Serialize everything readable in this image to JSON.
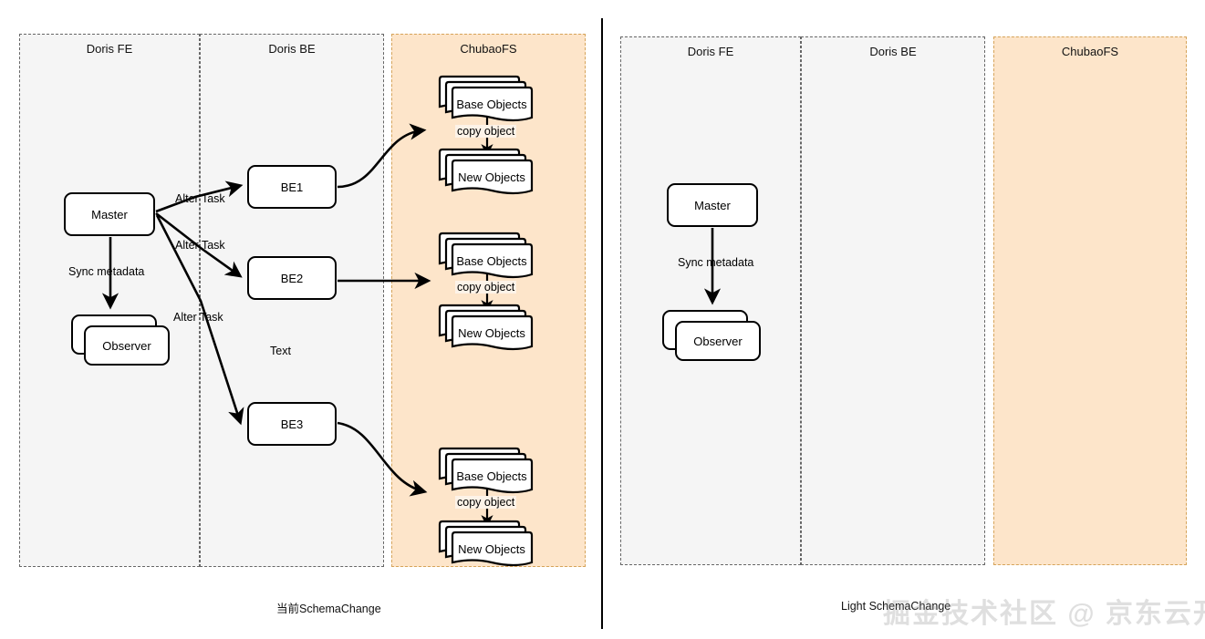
{
  "diagram": {
    "left_panel": {
      "caption": "当前SchemaChange",
      "lanes": [
        {
          "title": "Doris FE",
          "kind": "grey"
        },
        {
          "title": "Doris BE",
          "kind": "grey"
        },
        {
          "title": "ChubaoFS",
          "kind": "orange"
        }
      ],
      "nodes": [
        {
          "id": "master",
          "label": "Master",
          "shape": "rounded-rect"
        },
        {
          "id": "observer",
          "label": "Observer",
          "shape": "stacked-rounded-rect"
        },
        {
          "id": "be1",
          "label": "BE1",
          "shape": "rounded-rect"
        },
        {
          "id": "be2",
          "label": "BE2",
          "shape": "rounded-rect"
        },
        {
          "id": "be3",
          "label": "BE3",
          "shape": "rounded-rect"
        },
        {
          "id": "base1",
          "label": "Base Objects",
          "shape": "document-stack"
        },
        {
          "id": "new1",
          "label": "New Objects",
          "shape": "document-stack"
        },
        {
          "id": "base2",
          "label": "Base Objects",
          "shape": "document-stack"
        },
        {
          "id": "new2",
          "label": "New Objects",
          "shape": "document-stack"
        },
        {
          "id": "base3",
          "label": "Base Objects",
          "shape": "document-stack"
        },
        {
          "id": "new3",
          "label": "New Objects",
          "shape": "document-stack"
        }
      ],
      "edge_labels": {
        "alter_task_1": "Alter Task",
        "alter_task_2": "Alter Task",
        "alter_task_3": "Alter Task",
        "sync_metadata": "Sync metadata",
        "copy_object_1": "copy object",
        "copy_object_2": "copy object",
        "copy_object_3": "copy object"
      },
      "free_text": "Text"
    },
    "right_panel": {
      "caption": "Light SchemaChange",
      "lanes": [
        {
          "title": "Doris FE",
          "kind": "grey"
        },
        {
          "title": "Doris BE",
          "kind": "grey"
        },
        {
          "title": "ChubaoFS",
          "kind": "orange"
        }
      ],
      "nodes": [
        {
          "id": "master_r",
          "label": "Master",
          "shape": "rounded-rect"
        },
        {
          "id": "observer_r",
          "label": "Observer",
          "shape": "stacked-rounded-rect"
        }
      ],
      "edge_labels": {
        "sync_metadata": "Sync metadata"
      }
    }
  },
  "watermark": "掘金技术社区 @ 京东云开发者",
  "colors": {
    "lane_grey_fill": "#f5f5f5",
    "lane_grey_border": "#666666",
    "lane_orange_fill": "#fde5ca",
    "lane_orange_border": "#d6a45a",
    "node_stroke": "#000000",
    "node_fill": "#ffffff",
    "divider": "#000000"
  }
}
